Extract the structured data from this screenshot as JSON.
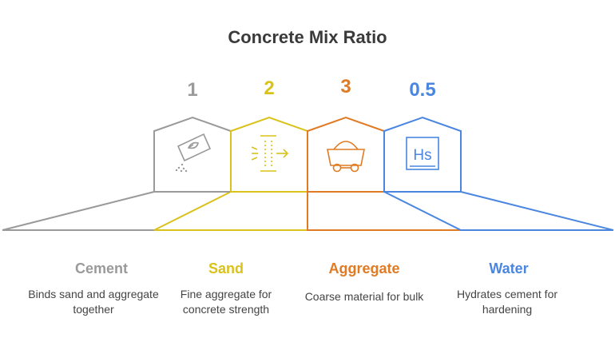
{
  "title": "Concrete Mix Ratio",
  "items": [
    {
      "ratio": "1",
      "label": "Cement",
      "description": "Binds sand and aggregate together",
      "color": "#9a9a9a",
      "icon": "cement-bag-icon"
    },
    {
      "ratio": "2",
      "label": "Sand",
      "description": "Fine aggregate for concrete strength",
      "color": "#d9c21a",
      "icon": "sand-flow-icon"
    },
    {
      "ratio": "3",
      "label": "Aggregate",
      "description": "Coarse material for bulk",
      "color": "#e07b24",
      "icon": "mine-cart-icon"
    },
    {
      "ratio": "0.5",
      "label": "Water",
      "description": "Hydrates cement for hardening",
      "color": "#4a86e0",
      "icon": "hydrogen-element-icon"
    }
  ],
  "icon_text": {
    "water": "Hs"
  }
}
